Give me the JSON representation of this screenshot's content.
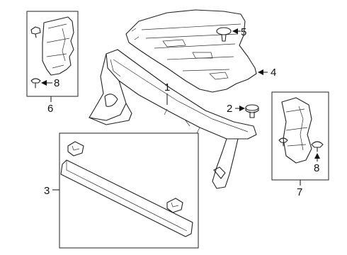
{
  "callouts": {
    "c1": "1",
    "c2": "2",
    "c3": "3",
    "c4": "4",
    "c5": "5",
    "c6": "6",
    "c7": "7",
    "c8_left": "8",
    "c8_right": "8"
  }
}
